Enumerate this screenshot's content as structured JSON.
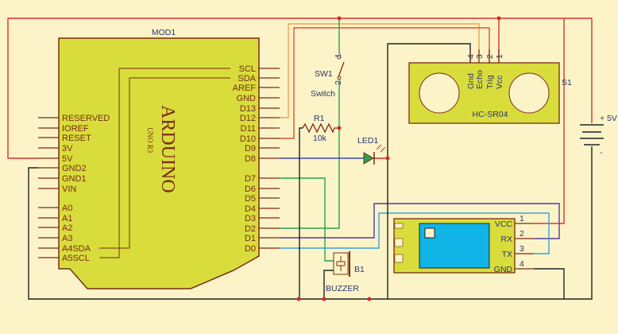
{
  "arduino": {
    "ref": "MOD1",
    "name": "ARDUINO",
    "model": "UNO R3",
    "right_pins": [
      "SCL",
      "SDA",
      "AREF",
      "GND",
      "D13",
      "D12",
      "D11",
      "D10",
      "D9",
      "D8",
      "D7",
      "D6",
      "D5",
      "D4",
      "D3",
      "D2",
      "D1",
      "D0"
    ],
    "left_pins": [
      "RESERVED",
      "IOREF",
      "RESET",
      "3V",
      "5V",
      "GND2",
      "GND1",
      "VIN",
      "A0",
      "A1",
      "A2",
      "A3",
      "A4SDA",
      "A5SCL"
    ]
  },
  "switch": {
    "ref": "SW1",
    "name": "Switch",
    "pin1": "1",
    "pin2": "2"
  },
  "resistor": {
    "ref": "R1",
    "value": "10k"
  },
  "led": {
    "ref": "LED1"
  },
  "buzzer": {
    "ref": "B1",
    "name": "BUZZER"
  },
  "sensor": {
    "ref": "S1",
    "name": "HC-SR04",
    "pins": [
      "Gnd",
      "Echo",
      "Trig",
      "Vcc"
    ],
    "pin_numbers": [
      "4",
      "3",
      "2",
      "1"
    ]
  },
  "battery": {
    "plus": "+ 5V",
    "minus": "-"
  },
  "bluetooth": {
    "pins": [
      "VCC",
      "RX",
      "TX",
      "GND"
    ],
    "pin_numbers": [
      "1",
      "2",
      "3",
      "4"
    ]
  },
  "colors": {
    "background": "#fcf4c8",
    "board": "#d8dd3c",
    "screen": "#10b4e6",
    "power": "#e03030",
    "ground": "#222222"
  }
}
